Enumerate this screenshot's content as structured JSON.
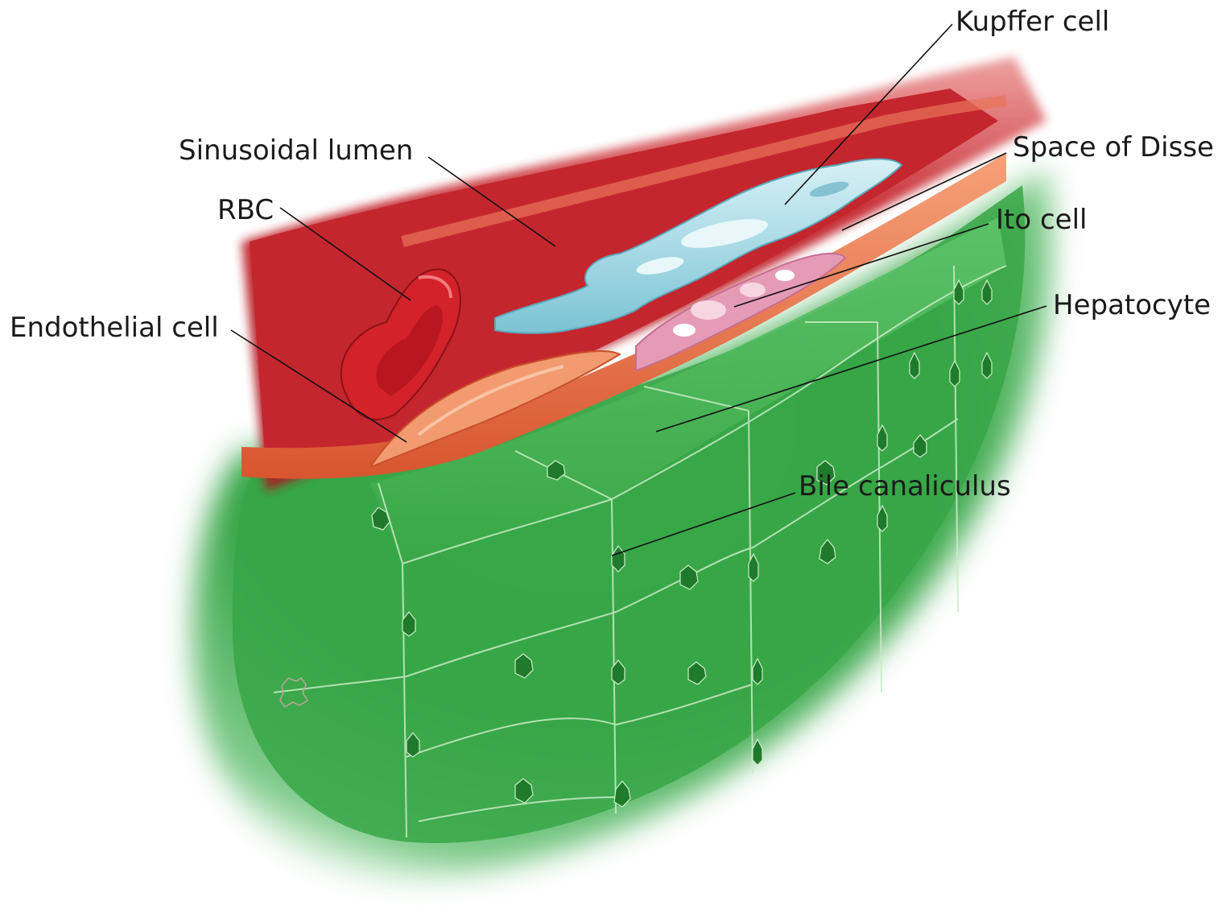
{
  "labels": {
    "kupffer": "Kupffer cell",
    "sinusoidal_lumen": "Sinusoidal lumen",
    "space_of_disse": "Space of Disse",
    "rbc": "RBC",
    "ito": "Ito cell",
    "hepatocyte": "Hepatocyte",
    "endothelial": "Endothelial cell",
    "bile_canaliculus": "Bile canaliculus"
  },
  "colors": {
    "blood": "#c0262e",
    "blood_dark": "#9e1a22",
    "endothelium": "#ec8a5e",
    "kupffer": "#a9dbe6",
    "ito": "#e59bb6",
    "hepatocyte": "#3fae4e",
    "hepatocyte_dark": "#2c8f3a",
    "canaliculus": "#1f7a2c"
  }
}
